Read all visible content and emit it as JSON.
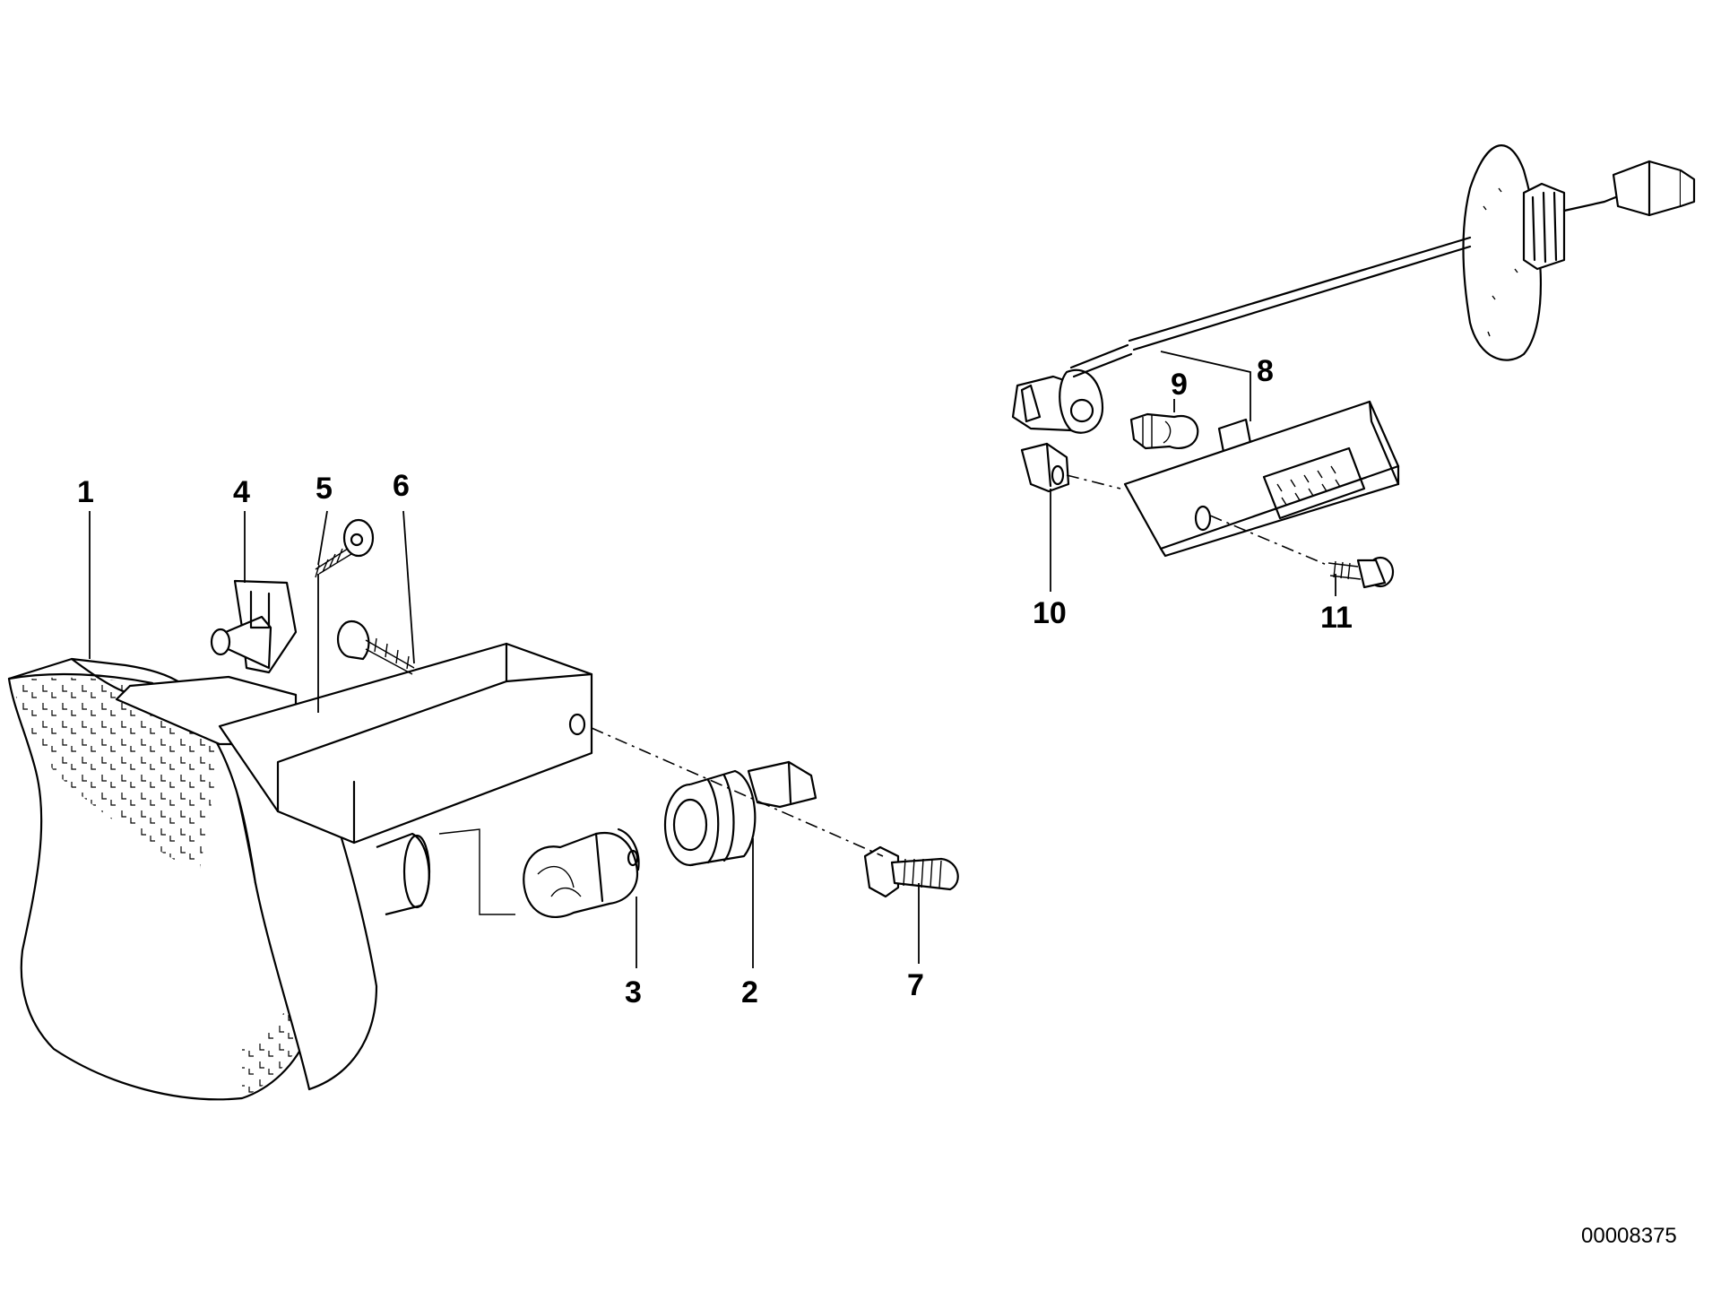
{
  "callouts": {
    "c1": "1",
    "c2": "2",
    "c3": "3",
    "c4": "4",
    "c5": "5",
    "c6": "6",
    "c7": "7",
    "c8": "8",
    "c9": "9",
    "c10": "10",
    "c11": "11"
  },
  "reference_number": "00008375"
}
